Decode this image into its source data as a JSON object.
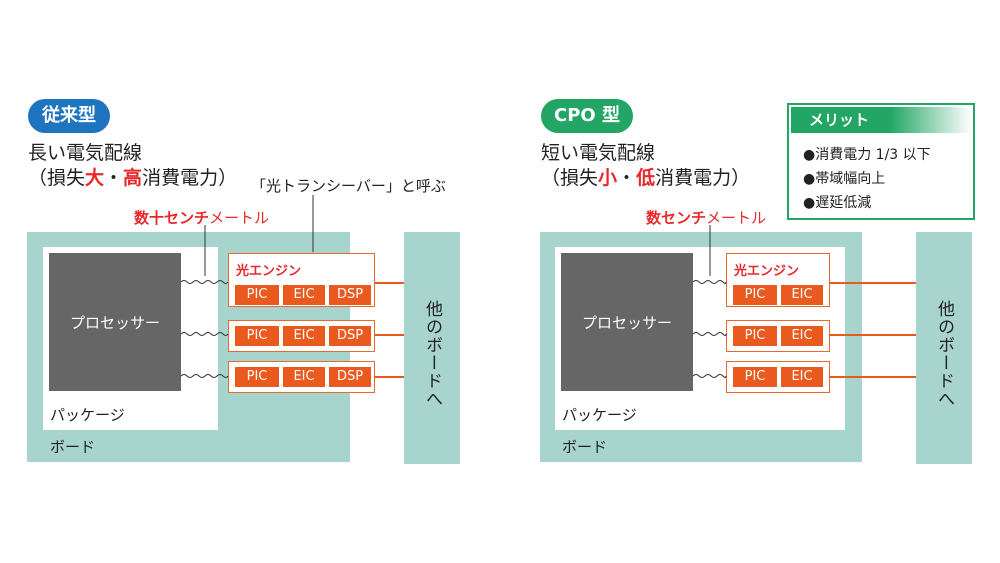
{
  "left": {
    "badge": "従来型",
    "heading_line1": "長い電気配線",
    "heading_line2_pre": "（損失",
    "heading_line2_big": "大",
    "heading_line2_sep": "・",
    "heading_line2_high": "高",
    "heading_line2_post": "消費電力）",
    "callout_transceiver": "「光トランシーバー」と呼ぶ",
    "callout_distance_red": "数十センチ",
    "callout_distance_rest": "メートル",
    "processor": "プロセッサー",
    "package": "パッケージ",
    "board": "ボード",
    "optical_engine": "光エンジン",
    "chips": [
      "PIC",
      "EIC",
      "DSP"
    ],
    "other_board": "他のボードへ"
  },
  "right": {
    "badge": "CPO 型",
    "heading_line1": "短い電気配線",
    "heading_line2_pre": "（損失",
    "heading_line2_small": "小",
    "heading_line2_sep": "・",
    "heading_line2_low": "低",
    "heading_line2_post": "消費電力）",
    "callout_distance_red": "数センチ",
    "callout_distance_rest": "メートル",
    "processor": "プロセッサー",
    "package": "パッケージ",
    "board": "ボード",
    "optical_engine": "光エンジン",
    "chips": [
      "PIC",
      "EIC"
    ],
    "other_board": "他のボードへ"
  },
  "merit": {
    "title": "メリット",
    "items": [
      "●消費電力 1/3 以下",
      "●帯域幅向上",
      "●遅延低減"
    ]
  },
  "colors": {
    "conventional": "#1f74bf",
    "cpo": "#22a565",
    "board": "#a7d4cc",
    "processor": "#666666",
    "chip": "#ea5a1f",
    "emphasis": "#e8292c"
  }
}
